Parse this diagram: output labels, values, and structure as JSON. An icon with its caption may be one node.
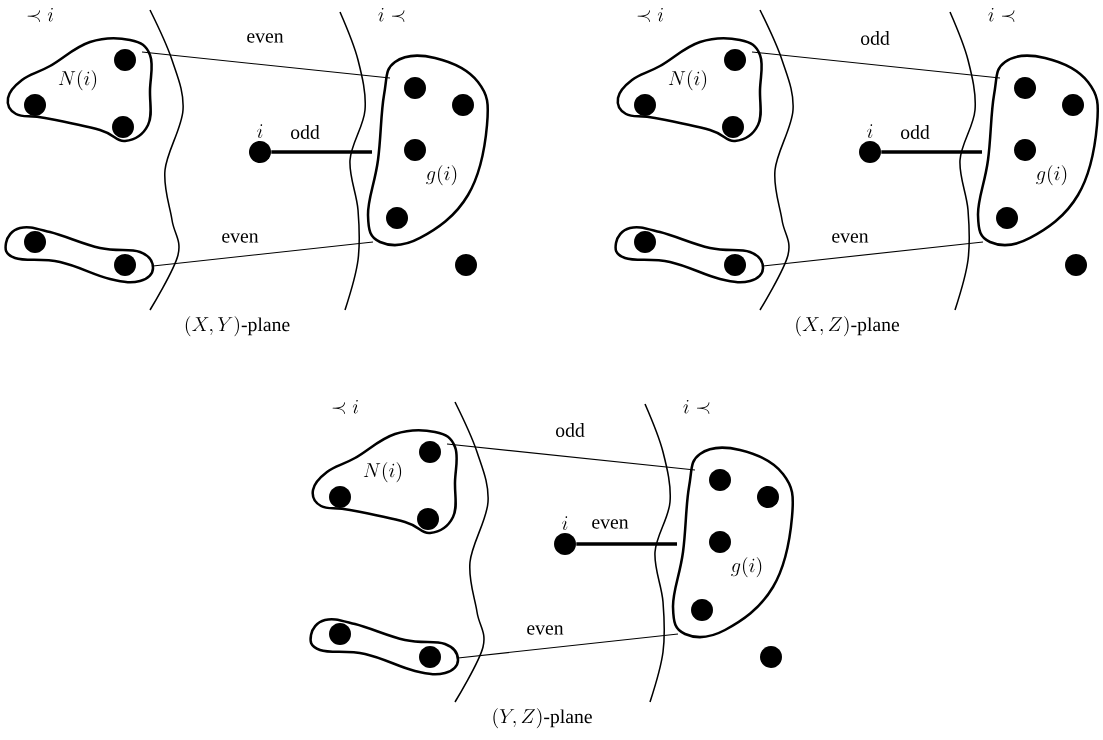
{
  "diagram": {
    "nodes": [
      {
        "text": [
          "N(i)"
        ]
      },
      {
        "text": [],
        "shape": "circle",
        "in": 0
      },
      {
        "text": [],
        "shape": "circle",
        "in": 0
      },
      {
        "text": [],
        "shape": "circle",
        "in": 0
      },
      {
        "text": [],
        "shape": "blob"
      },
      {
        "text": [],
        "shape": "circle",
        "in": 4
      },
      {
        "text": [],
        "shape": "circle",
        "in": 4
      },
      {
        "text": [],
        "shape": "circle",
        "beside": [
          "i"
        ]
      },
      {
        "text": [
          "g(i)"
        ]
      },
      {
        "text": [],
        "shape": "circle",
        "in": 8
      },
      {
        "text": [],
        "shape": "circle",
        "in": 8
      },
      {
        "text": [],
        "shape": "circle",
        "in": 8
      },
      {
        "text": [],
        "shape": "circle",
        "in": 8
      },
      {
        "text": [],
        "shape": "circle"
      },
      {
        "text": [
          "N(i)"
        ]
      },
      {
        "text": [],
        "shape": "circle",
        "in": 14
      },
      {
        "text": [],
        "shape": "circle",
        "in": 14
      },
      {
        "text": [],
        "shape": "circle",
        "in": 14
      },
      {
        "text": [],
        "shape": "blob"
      },
      {
        "text": [],
        "shape": "circle",
        "in": 18
      },
      {
        "text": [],
        "shape": "circle",
        "in": 18
      },
      {
        "text": [],
        "shape": "circle",
        "beside": [
          "i"
        ]
      },
      {
        "text": [
          "g(i)"
        ]
      },
      {
        "text": [],
        "shape": "circle",
        "in": 22
      },
      {
        "text": [],
        "shape": "circle",
        "in": 22
      },
      {
        "text": [],
        "shape": "circle",
        "in": 22
      },
      {
        "text": [],
        "shape": "circle",
        "in": 22
      },
      {
        "text": [],
        "shape": "circle"
      },
      {
        "text": [
          "N(i)"
        ]
      },
      {
        "text": [],
        "shape": "circle",
        "in": 28
      },
      {
        "text": [],
        "shape": "circle",
        "in": 28
      },
      {
        "text": [],
        "shape": "circle",
        "in": 28
      },
      {
        "text": [],
        "shape": "blob"
      },
      {
        "text": [],
        "shape": "circle",
        "in": 32
      },
      {
        "text": [],
        "shape": "circle",
        "in": 32
      },
      {
        "text": [],
        "shape": "circle",
        "beside": [
          "i"
        ]
      },
      {
        "text": [
          "g(i)"
        ]
      },
      {
        "text": [],
        "shape": "circle",
        "in": 36
      },
      {
        "text": [],
        "shape": "circle",
        "in": 36
      },
      {
        "text": [],
        "shape": "circle",
        "in": 36
      },
      {
        "text": [],
        "shape": "circle",
        "in": 36
      },
      {
        "text": [],
        "shape": "circle"
      }
    ],
    "edges": [
      {
        "from": 0,
        "to": 8,
        "arrow": "none",
        "label": "even"
      },
      {
        "from": 7,
        "to": 8,
        "arrow": "none",
        "label": "odd",
        "style": "thick"
      },
      {
        "from": 4,
        "to": 8,
        "arrow": "none",
        "label": "even"
      },
      {
        "from": 14,
        "to": 22,
        "arrow": "none",
        "label": "odd"
      },
      {
        "from": 21,
        "to": 22,
        "arrow": "none",
        "label": "odd",
        "style": "thick"
      },
      {
        "from": 18,
        "to": 22,
        "arrow": "none",
        "label": "even"
      },
      {
        "from": 28,
        "to": 36,
        "arrow": "none",
        "label": "odd"
      },
      {
        "from": 35,
        "to": 36,
        "arrow": "none",
        "label": "even",
        "style": "thick"
      },
      {
        "from": 32,
        "to": 36,
        "arrow": "none",
        "label": "even"
      }
    ],
    "labels": [
      "\\prec i",
      "i \\prec",
      "(X,Y)\\text{-plane}",
      "\\prec i",
      "i \\prec",
      "(X,Z)\\text{-plane}",
      "\\prec i",
      "i \\prec",
      "(Y,Z)\\text{-plane}"
    ]
  }
}
